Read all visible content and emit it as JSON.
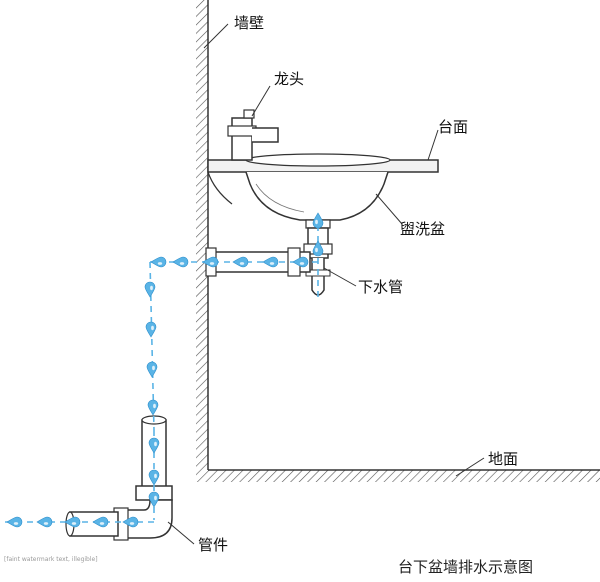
{
  "labels": {
    "wall": "墙壁",
    "faucet": "龙头",
    "countertop": "台面",
    "basin": "盥洗盆",
    "drain_pipe": "下水管",
    "floor": "地面",
    "fitting": "管件"
  },
  "caption": "台下盆墙排水示意图",
  "watermark": "[faint watermark text, illegible]",
  "colors": {
    "line": "#333333",
    "water": "#5ab4e6",
    "water_light": "#cfeaf8",
    "pipe_fill": "#ffffff"
  }
}
